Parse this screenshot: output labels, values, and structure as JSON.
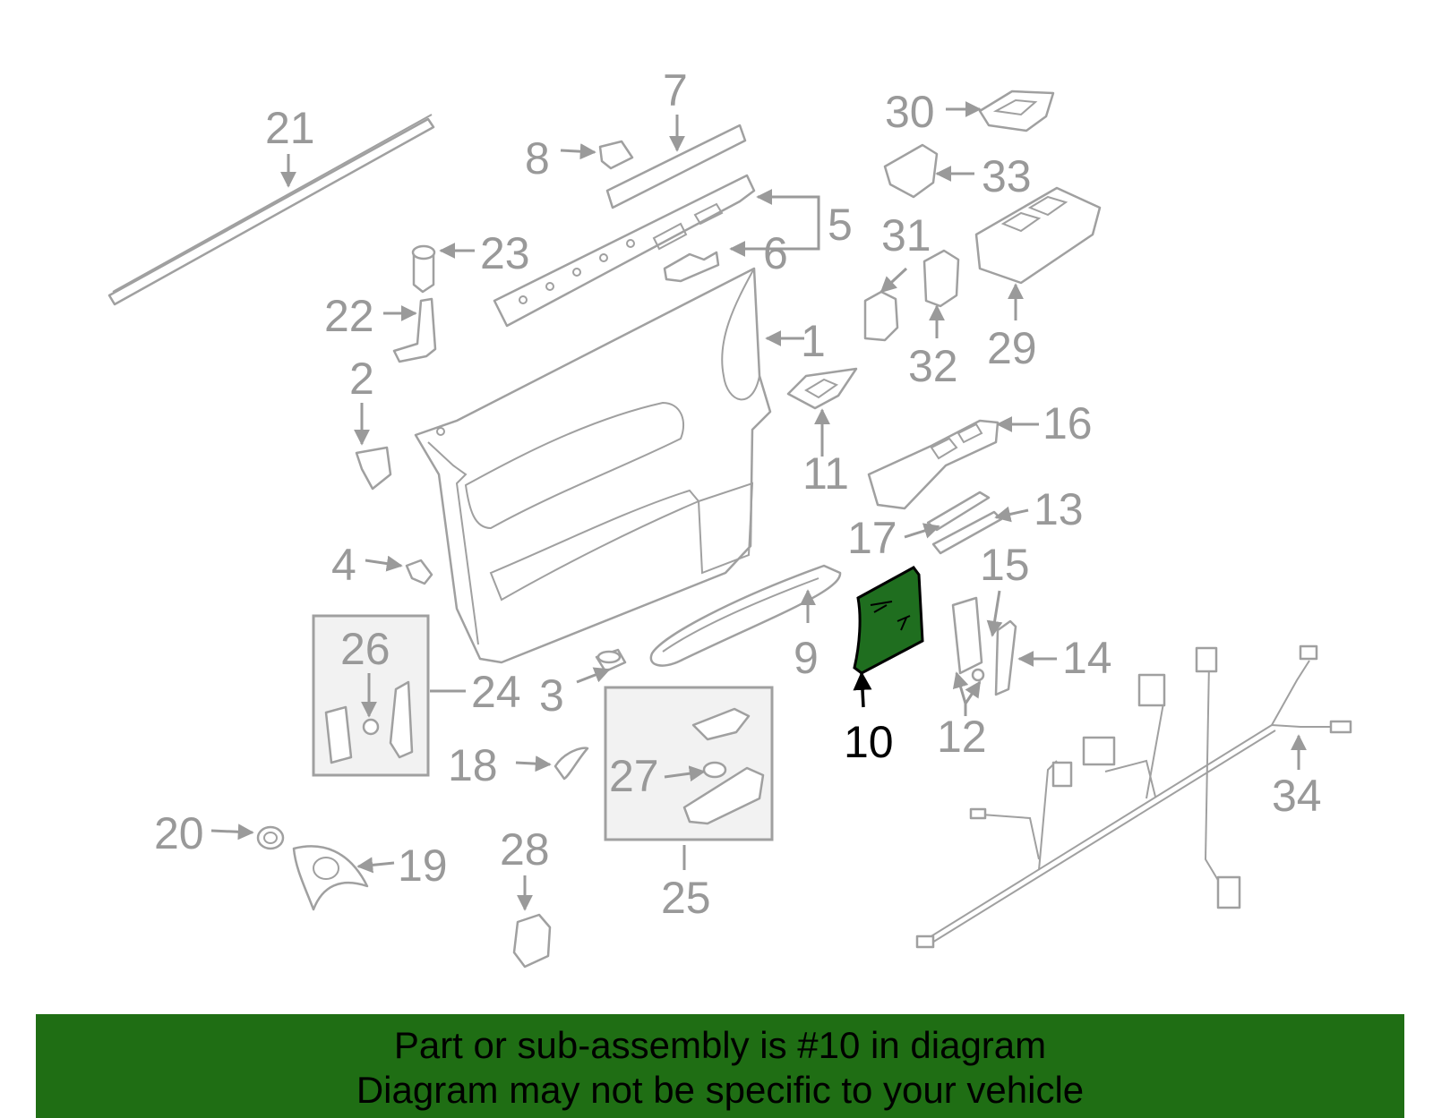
{
  "diagram": {
    "labels": {
      "l1": "1",
      "l2": "2",
      "l3": "3",
      "l4": "4",
      "l5": "5",
      "l6": "6",
      "l7": "7",
      "l8": "8",
      "l9": "9",
      "l10": "10",
      "l11": "11",
      "l12": "12",
      "l13": "13",
      "l14": "14",
      "l15": "15",
      "l16": "16",
      "l17": "17",
      "l18": "18",
      "l19": "19",
      "l20": "20",
      "l21": "21",
      "l22": "22",
      "l23": "23",
      "l24": "24",
      "l25": "25",
      "l26": "26",
      "l27": "27",
      "l28": "28",
      "l29": "29",
      "l30": "30",
      "l31": "31",
      "l32": "32",
      "l33": "33",
      "l34": "34"
    },
    "highlight_color": "#1f6e1f",
    "banner_color": "#1f6e14"
  },
  "banner": {
    "line1": "Part or sub-assembly is #10 in diagram",
    "line2": "Diagram may not be specific to your vehicle"
  }
}
